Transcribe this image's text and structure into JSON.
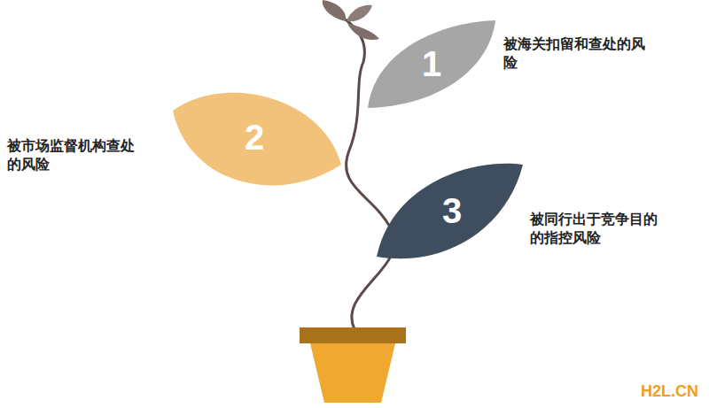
{
  "diagram": {
    "nodes": [
      {
        "text": [
          "1",
          "被海关扣留和查处的风险"
        ]
      },
      {
        "text": [
          "2",
          "被市场监督机构查处的风险"
        ]
      },
      {
        "text": [
          "3",
          "被同行出于竞争目的的指控风险"
        ]
      }
    ],
    "labels": [
      "H2L.CN"
    ]
  }
}
